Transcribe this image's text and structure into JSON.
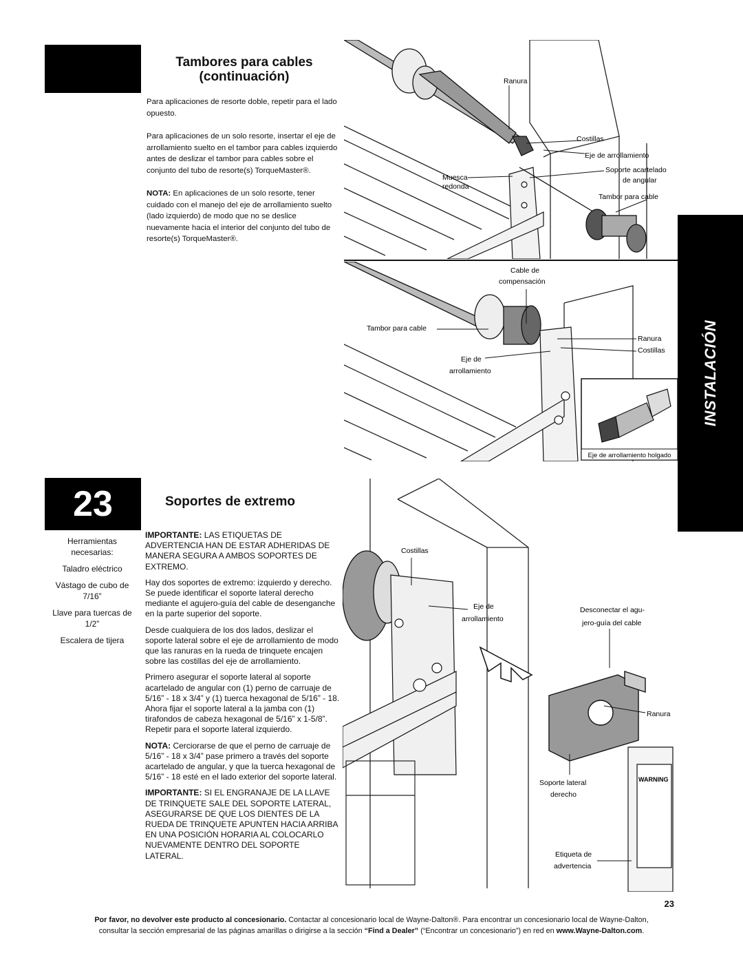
{
  "section1": {
    "title_line1": "Tambores para cables",
    "title_line2": "(continuación)",
    "para1": "Para aplicaciones de resorte doble, repetir para el lado opuesto.",
    "para2": "Para aplicaciones de un solo resorte, insertar el eje de arrollamiento suelto en el tambor para cables izquierdo antes de deslizar el tambor para cables sobre el conjunto del tubo de resorte(s) TorqueMaster®.",
    "note_label": "NOTA:",
    "note_text": " En aplicaciones de un solo resorte, tener cuidado con el manejo del eje de arrollamiento suelto (lado izquierdo) de modo que no se deslice nuevamente hacia el interior del conjunto del tubo de resorte(s) TorqueMaster®."
  },
  "figure1": {
    "labels": {
      "ranura": "Ranura",
      "costillas": "Costillas",
      "eje": "Eje de arrollamiento",
      "soporte1": "Soporte acartelado",
      "soporte2": "de angular",
      "muesca1": "Muesca",
      "muesca2": "redonda",
      "tambor": "Tambor para cable"
    }
  },
  "figure2": {
    "labels": {
      "cable1": "Cable de",
      "cable2": "compensación",
      "tambor": "Tambor para cable",
      "ranura": "Ranura",
      "costillas": "Costillas",
      "eje1": "Eje de",
      "eje2": "arrollamiento",
      "inset": "Eje de arrollamiento holgado"
    }
  },
  "side_tab": "INSTALACIÓN",
  "step": {
    "number": "23",
    "title": "Soportes de extremo",
    "tools_heading": "Herramientas necesarias:",
    "tools": [
      "Taladro eléctrico",
      "Vástago de cubo de 7/16”",
      "Llave para tuercas de 1/2”",
      "Escalera de tijera"
    ],
    "important1_label": "IMPORTANTE:",
    "important1_text": " LAS ETIQUETAS DE ADVERTENCIA HAN DE ESTAR ADHERIDAS DE MANERA SEGURA A AMBOS SOPORTES DE EXTREMO.",
    "p1": "Hay dos soportes de extremo: izquierdo y derecho. Se puede identificar el soporte lateral derecho mediante el agujero-guía del cable de desenganche en la parte superior del soporte.",
    "p2": "Desde cualquiera de los dos lados, deslizar el soporte lateral sobre el eje de arrollamiento de modo que las ranuras en la rueda de trinquete encajen sobre las costillas del eje de arrollamiento.",
    "p3": "Primero asegurar el soporte lateral al soporte acartelado de angular con (1) perno de carruaje de 5/16” - 18 x 3/4” y (1) tuerca hexagonal de 5/16” - 18. Ahora fijar el soporte lateral a la jamba con (1) tirafondos de cabeza hexagonal de 5/16” x 1-5/8”. Repetir para el soporte lateral izquierdo.",
    "note_label": "NOTA:",
    "note_text": " Cerciorarse de que el perno de carruaje de 5/16” - 18 x 3/4” pase primero a través del soporte acartelado de angular, y que la tuerca hexagonal de 5/16” - 18 esté en el lado exterior del soporte lateral.",
    "important2_label": "IMPORTANTE:",
    "important2_text": " SI EL ENGRANAJE DE LA LLAVE DE TRINQUETE SALE DEL SOPORTE LATERAL, ASEGURARSE DE QUE LOS DIENTES DE LA RUEDA DE TRINQUETE APUNTEN HACIA ARRIBA EN UNA POSICIÓN HORARIA AL COLOCARLO NUEVAMENTE DENTRO DEL SOPORTE LATERAL."
  },
  "figure3": {
    "labels": {
      "costillas": "Costillas",
      "eje1": "Eje de",
      "eje2": "arrollamiento",
      "desconectar1": "Desconectar el agu-",
      "desconectar2": "jero-guía del cable",
      "ranura": "Ranura",
      "soporte1": "Soporte lateral",
      "soporte2": "derecho",
      "etiqueta1": "Etiqueta de",
      "etiqueta2": "advertencia",
      "warning": "WARNING"
    }
  },
  "page_number": "23",
  "footer": {
    "bold1": "Por favor, no devolver este producto al concesionario.",
    "text1": " Contactar al concesionario local de Wayne-Dalton®. Para encontrar un concesionario local de Wayne-Dalton,",
    "text2": "consultar la sección empresarial de las páginas amarillas o dirigirse a la sección ",
    "bold2": "“Find a Dealer”",
    "text3": " (“Encontrar un concesionario”) en red en ",
    "bold3": "www.Wayne-Dalton.com",
    "text4": "."
  }
}
